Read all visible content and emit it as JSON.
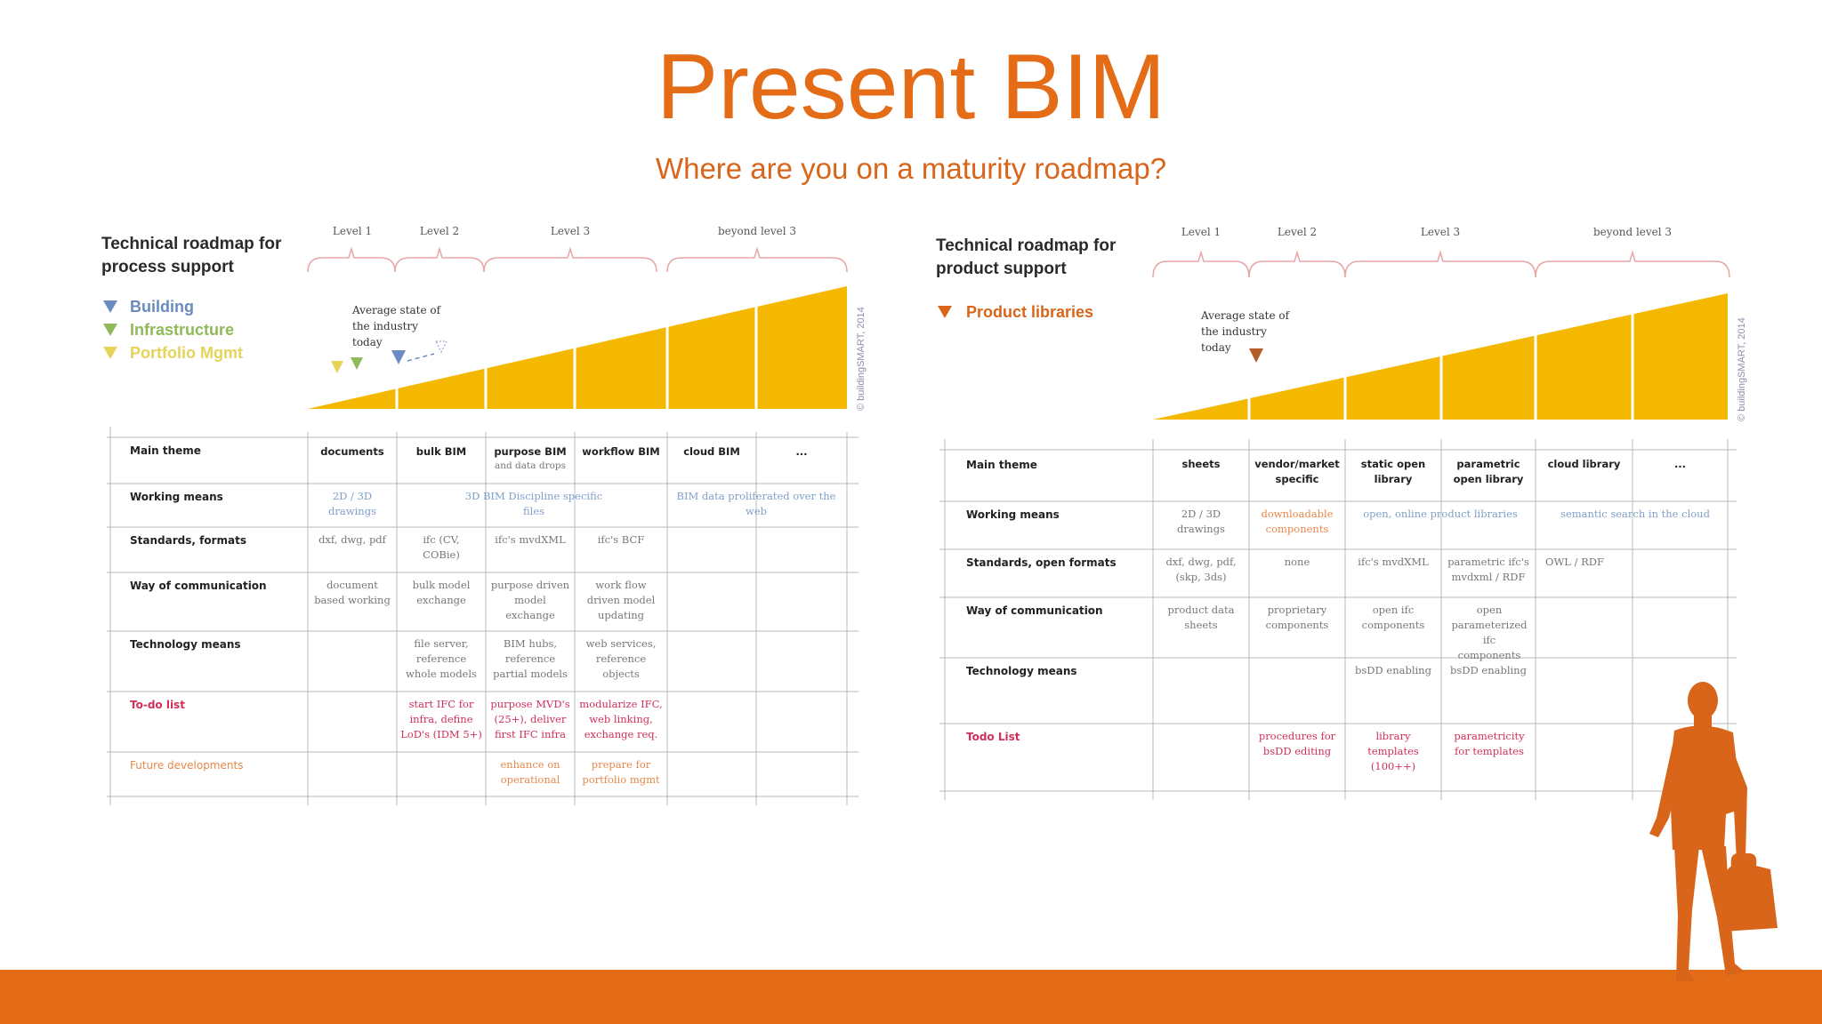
{
  "title": "Present BIM",
  "subtitle": "Where are you on a maturity roadmap?",
  "colors": {
    "accent": "#e46c17",
    "wedge": "#f5b800",
    "building": "#6a8bbf",
    "infrastructure": "#8fba5a",
    "portfolio": "#e5d35a",
    "product": "#d9651a"
  },
  "left": {
    "title": "Technical roadmap for process support",
    "legend": [
      {
        "label": "Building",
        "color": "#6a8bbf"
      },
      {
        "label": "Infrastructure",
        "color": "#8fba5a"
      },
      {
        "label": "Portfolio Mgmt",
        "color": "#e5d35a"
      }
    ],
    "levels": [
      "Level 1",
      "Level 2",
      "Level 3",
      "beyond level 3"
    ],
    "average_note": "Average state of the industry today",
    "copyright": "© buildingSMART, 2014",
    "columns": [
      "documents",
      "bulk BIM",
      "purpose BIM",
      "workflow BIM",
      "cloud BIM",
      "..."
    ],
    "purpose_sub": "and data drops",
    "rows": [
      {
        "label": "Main theme"
      },
      {
        "label": "Working means",
        "cells": [
          "2D / 3D drawings",
          "3D BIM Discipline specific files",
          "BIM data proliferated over the web"
        ]
      },
      {
        "label": "Standards, formats",
        "cells": [
          "dxf, dwg, pdf",
          "ifc (CV, COBie)",
          "ifc's mvdXML",
          "ifc's BCF"
        ]
      },
      {
        "label": "Way of communication",
        "cells": [
          "document based working",
          "bulk model exchange",
          "purpose driven model exchange",
          "work flow driven model updating"
        ]
      },
      {
        "label": "Technology means",
        "cells": [
          "file server, reference whole models",
          "BIM hubs, reference partial models",
          "web services, reference objects"
        ]
      },
      {
        "label": "To-do list",
        "cells": [
          "start IFC for infra, define LoD's (IDM 5+)",
          "purpose MVD's (25+), deliver first IFC infra",
          "modularize IFC, web linking, exchange req."
        ]
      },
      {
        "label": "Future developments",
        "cells": [
          "enhance on operational",
          "prepare for portfolio mgmt"
        ]
      }
    ]
  },
  "right": {
    "title": "Technical roadmap for product support",
    "legend": [
      {
        "label": "Product libraries",
        "color": "#d9651a"
      }
    ],
    "levels": [
      "Level 1",
      "Level 2",
      "Level 3",
      "beyond level 3"
    ],
    "average_note": "Average state of the industry today",
    "copyright": "© buildingSMART, 2014",
    "columns": [
      "sheets",
      "vendor/market specific",
      "static open library",
      "parametric open library",
      "cloud library",
      "..."
    ],
    "rows": [
      {
        "label": "Main theme"
      },
      {
        "label": "Working means",
        "cells": [
          "2D / 3D drawings",
          "downloadable components",
          "open, online product libraries",
          "semantic search in the cloud"
        ]
      },
      {
        "label": "Standards, open formats",
        "cells": [
          "dxf, dwg, pdf, (skp, 3ds)",
          "none",
          "ifc's mvdXML",
          "parametric ifc's mvdxml / RDF",
          "OWL / RDF"
        ]
      },
      {
        "label": "Way of communication",
        "cells": [
          "product data sheets",
          "proprietary components",
          "open ifc components",
          "open parameterized ifc components"
        ]
      },
      {
        "label": "Technology means",
        "cells": [
          "bsDD enabling",
          "bsDD enabling"
        ]
      },
      {
        "label": "Todo List",
        "cells": [
          "procedures for bsDD editing",
          "library templates (100++)",
          "parametricity for templates"
        ]
      }
    ]
  }
}
